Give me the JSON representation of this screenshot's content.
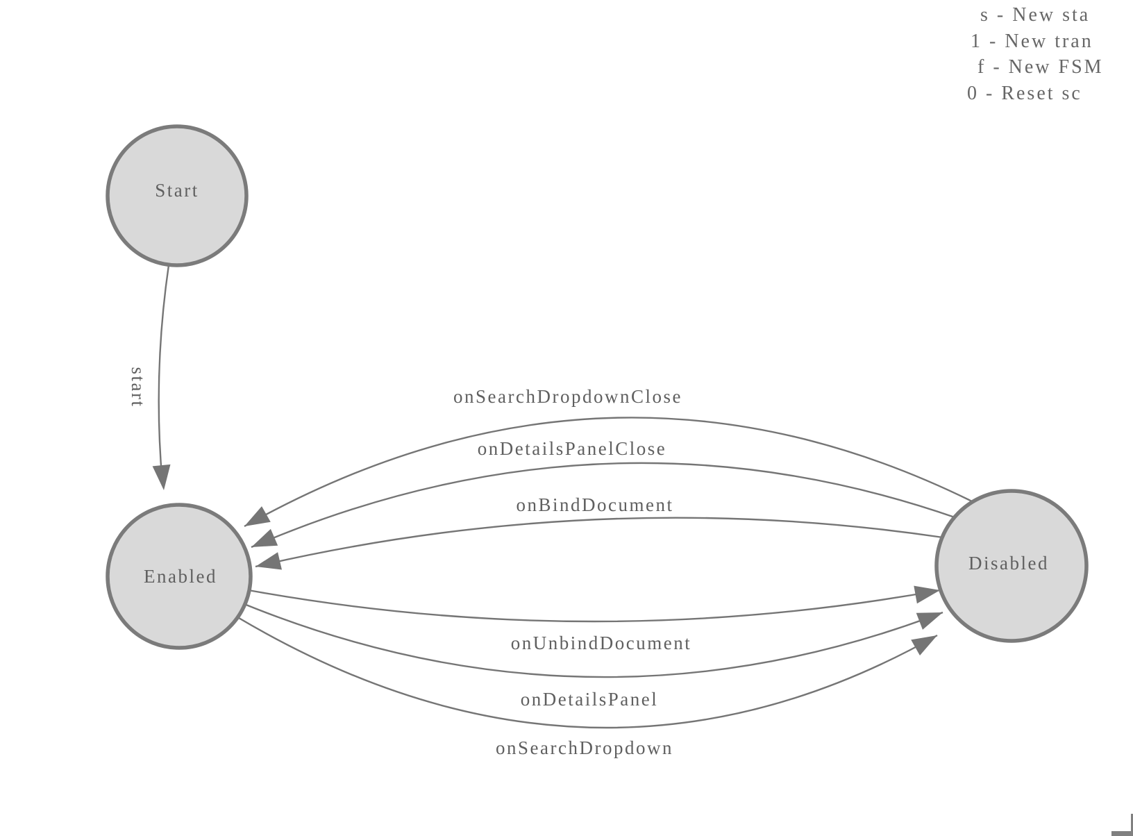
{
  "colors": {
    "node_fill": "#d9d9d9",
    "node_stroke": "#7b7b7b",
    "edge": "#757575",
    "label": "#5f5f5f"
  },
  "legend": {
    "shortcuts": [
      "s - New sta",
      "1 - New tran",
      "f - New FSM",
      "0 - Reset sc"
    ]
  },
  "diagram": {
    "states": [
      {
        "id": "start",
        "label": "Start"
      },
      {
        "id": "enabled",
        "label": "Enabled"
      },
      {
        "id": "disabled",
        "label": "Disabled"
      }
    ],
    "transitions": [
      {
        "from": "Start",
        "to": "Enabled",
        "label": "start"
      },
      {
        "from": "Disabled",
        "to": "Enabled",
        "label": "onSearchDropdownClose"
      },
      {
        "from": "Disabled",
        "to": "Enabled",
        "label": "onDetailsPanelClose"
      },
      {
        "from": "Disabled",
        "to": "Enabled",
        "label": "onBindDocument"
      },
      {
        "from": "Enabled",
        "to": "Disabled",
        "label": "onUnbindDocument"
      },
      {
        "from": "Enabled",
        "to": "Disabled",
        "label": "onDetailsPanel"
      },
      {
        "from": "Enabled",
        "to": "Disabled",
        "label": "onSearchDropdown"
      }
    ]
  }
}
